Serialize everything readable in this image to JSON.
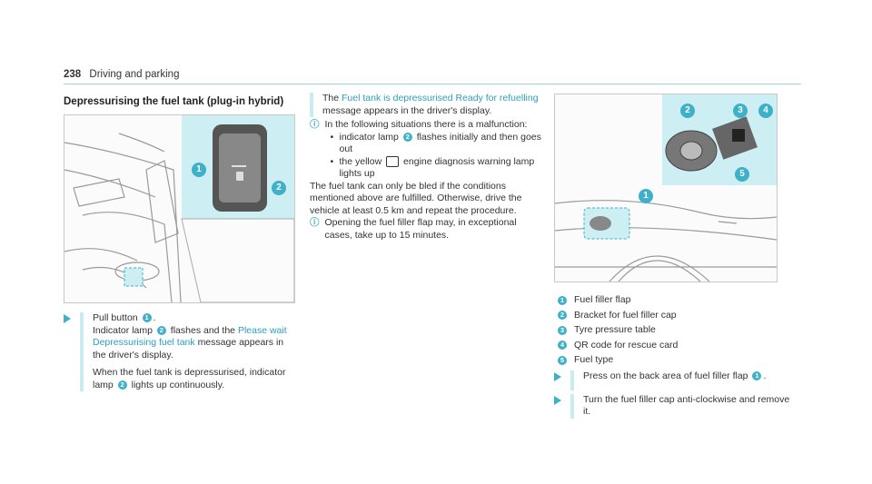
{
  "header": {
    "page_number": "238",
    "section": "Driving and parking"
  },
  "section_title": "Depressurising the fuel tank (plug-in hybrid)",
  "figure1": {
    "callouts": [
      "1",
      "2"
    ]
  },
  "figure2": {
    "callouts": [
      "1",
      "2",
      "3",
      "4",
      "5"
    ]
  },
  "left_step": {
    "line1_prefix": "Pull button",
    "line1_num": "1",
    "line1_suffix": ".",
    "line2_prefix": "Indicator lamp",
    "line2_num": "2",
    "line2_mid": "flashes and the",
    "line2_highlight": "Please wait Depressurising fuel tank",
    "line2_suffix": "message appears in the driver's display.",
    "para_prefix": "When the fuel tank is depressurised, indicator lamp",
    "para_num": "2",
    "para_suffix": "lights up continuously."
  },
  "middle": {
    "msg_prefix": "The",
    "msg_highlight": "Fuel tank is depressurised Ready for refuelling",
    "msg_suffix": "message appears in the driver's display.",
    "note1": "In the following situations there is a malfunction:",
    "bullet1_prefix": "indicator lamp",
    "bullet1_num": "2",
    "bullet1_suffix": "flashes initially and then goes out",
    "bullet2_prefix": "the yellow",
    "bullet2_suffix": "engine diagnosis warning lamp lights up",
    "plain": "The fuel tank can only be bled if the conditions mentioned above are fulfilled. Otherwise, drive the vehicle at least 0.5 km and repeat the procedure.",
    "note2": "Opening the fuel filler flap may, in exceptional cases, take up to 15 minutes."
  },
  "legend": [
    {
      "num": "1",
      "label": "Fuel filler flap"
    },
    {
      "num": "2",
      "label": "Bracket for fuel filler cap"
    },
    {
      "num": "3",
      "label": "Tyre pressure table"
    },
    {
      "num": "4",
      "label": "QR code for rescue card"
    },
    {
      "num": "5",
      "label": "Fuel type"
    }
  ],
  "right_steps": {
    "step1_prefix": "Press on the back area of fuel filler flap",
    "step1_num": "1",
    "step1_suffix": ".",
    "step2": "Turn the fuel filler cap anti-clockwise and remove it."
  },
  "icons": {
    "step": "arrow-right-icon",
    "note": "info-icon",
    "warning": "engine-diagnosis-icon"
  },
  "colors": {
    "accent": "#3fb0c9",
    "highlight_text": "#2aa0bd",
    "bar": "#c9ecf2",
    "inset_bg": "#cdeef3"
  }
}
